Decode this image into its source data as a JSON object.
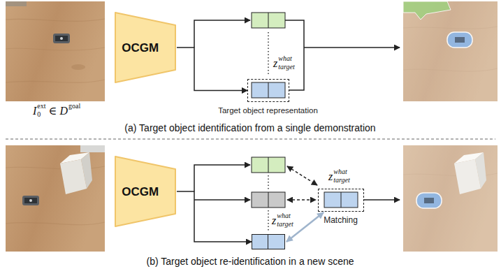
{
  "diagram": {
    "nodes": [
      {
        "text": [
          "OCGM"
        ]
      },
      {
        "text": [
          "z",
          "what",
          "target",
          "Target object representation"
        ]
      },
      {
        "text": [
          "OCGM"
        ]
      },
      {
        "text": [
          "z",
          "what",
          "target"
        ]
      },
      {
        "text": [
          "z",
          "what",
          "target",
          "Matching"
        ]
      }
    ],
    "edges": [
      {
        "from": 0,
        "to": 1,
        "arrow": "to"
      },
      {
        "from": 2,
        "to": 3,
        "arrow": "to"
      },
      {
        "from": 3,
        "to": 4,
        "arrow": "both"
      }
    ],
    "labels": [
      "I",
      "0",
      "ext",
      "∈",
      "D",
      "goal",
      "(a) Target object identification from a single demonstration",
      "(b) Target object re-identification in a new scene"
    ]
  }
}
